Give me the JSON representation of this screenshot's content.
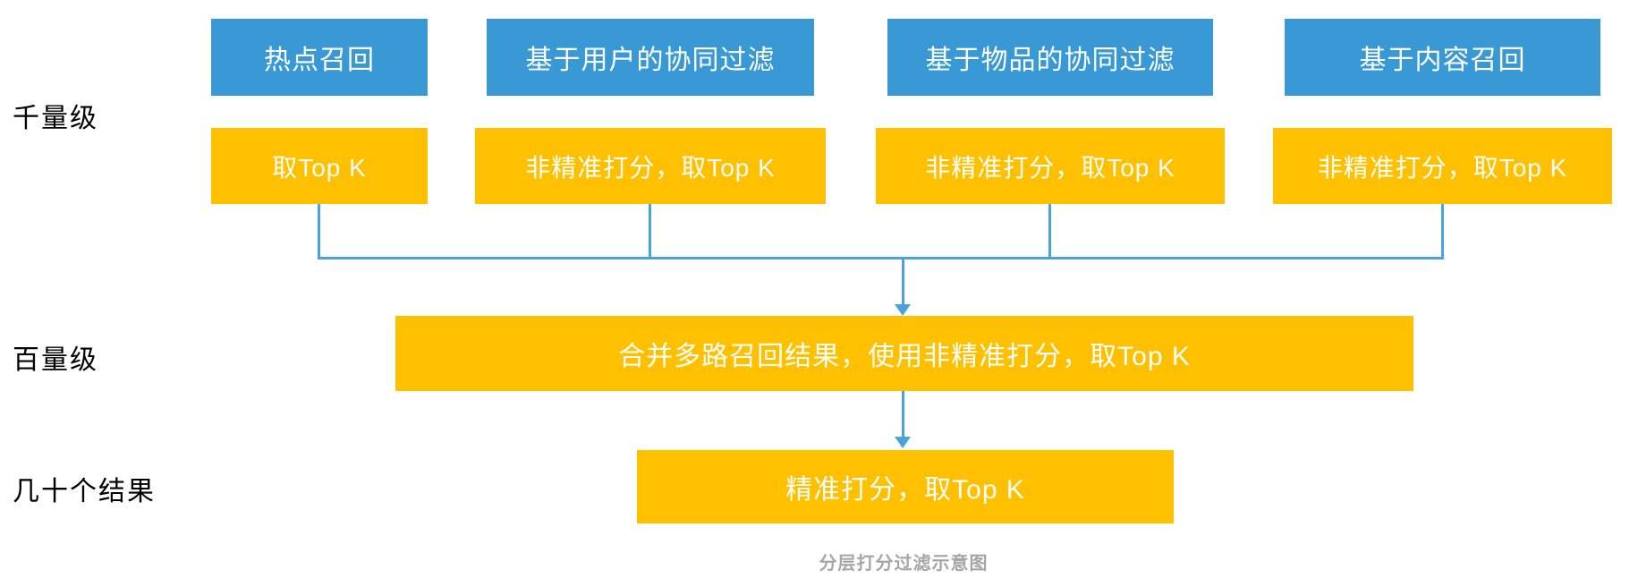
{
  "diagram": {
    "caption": "分层打分过滤示意图",
    "colors": {
      "recall_box_blue": "#3999d5",
      "score_box_yellow": "#ffc000",
      "connector_blue": "#4ba3dc",
      "box_text": "#ffffff",
      "row_label_text": "#000000",
      "caption_gray": "#a6a6a6",
      "background": "#ffffff"
    },
    "row_labels": [
      {
        "id": "thousands",
        "text": "千量级"
      },
      {
        "id": "hundreds",
        "text": "百量级"
      },
      {
        "id": "dozens",
        "text": "几十个结果"
      }
    ],
    "recall_columns": [
      {
        "recall": "热点召回",
        "score": "取Top K"
      },
      {
        "recall": "基于用户的协同过滤",
        "score": "非精准打分，取Top K"
      },
      {
        "recall": "基于物品的协同过滤",
        "score": "非精准打分，取Top K"
      },
      {
        "recall": "基于内容召回",
        "score": "非精准打分，取Top K"
      }
    ],
    "merge_box": {
      "text": "合并多路召回结果，使用非精准打分，取Top K"
    },
    "final_box": {
      "text": "精准打分，取Top K"
    }
  }
}
